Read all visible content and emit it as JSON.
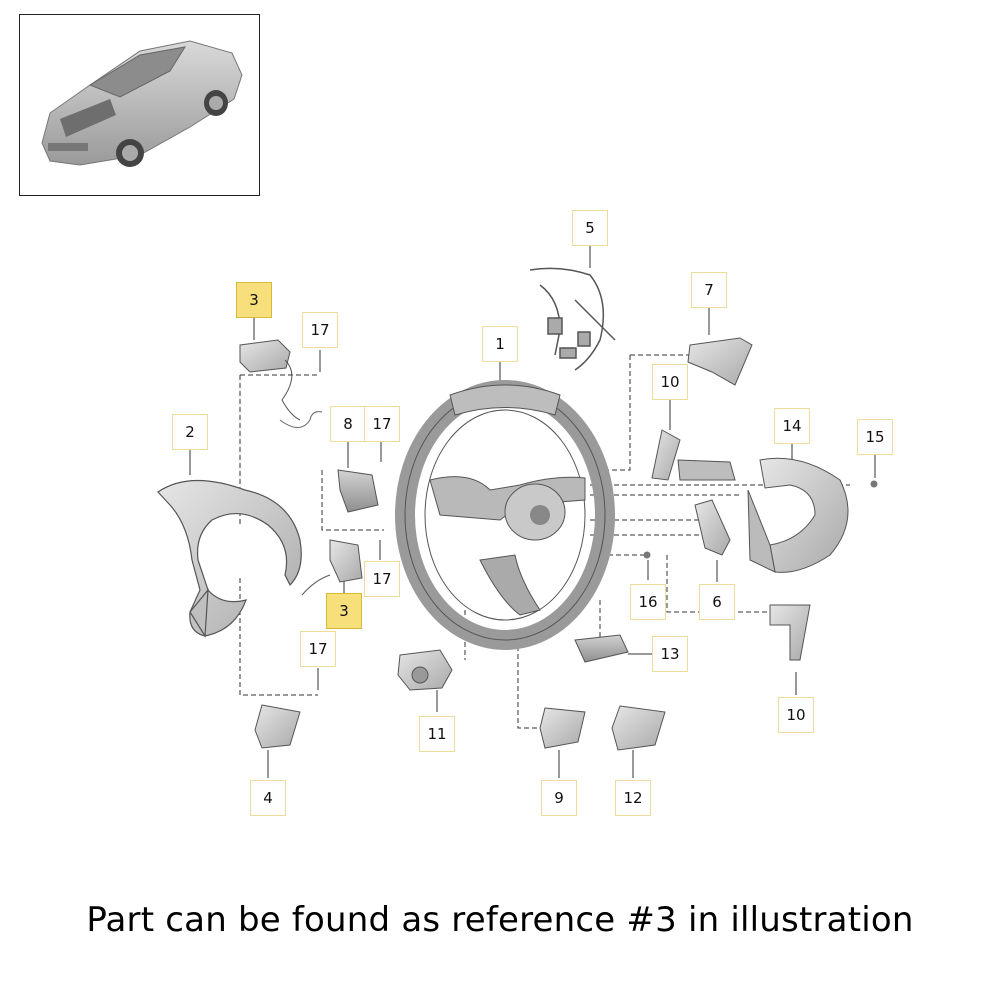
{
  "caption": "Part can be found as reference #3 in illustration",
  "highlight_color": "#f7df7c",
  "callouts": [
    {
      "label": "3",
      "highlight": true
    },
    {
      "label": "17",
      "highlight": false
    },
    {
      "label": "2",
      "highlight": false
    },
    {
      "label": "8",
      "highlight": false
    },
    {
      "label": "17",
      "highlight": false
    },
    {
      "label": "17",
      "highlight": false
    },
    {
      "label": "3",
      "highlight": true
    },
    {
      "label": "17",
      "highlight": false
    },
    {
      "label": "4",
      "highlight": false
    },
    {
      "label": "5",
      "highlight": false
    },
    {
      "label": "1",
      "highlight": false
    },
    {
      "label": "7",
      "highlight": false
    },
    {
      "label": "10",
      "highlight": false
    },
    {
      "label": "14",
      "highlight": false
    },
    {
      "label": "15",
      "highlight": false
    },
    {
      "label": "16",
      "highlight": false
    },
    {
      "label": "6",
      "highlight": false
    },
    {
      "label": "13",
      "highlight": false
    },
    {
      "label": "10",
      "highlight": false
    },
    {
      "label": "11",
      "highlight": false
    },
    {
      "label": "9",
      "highlight": false
    },
    {
      "label": "12",
      "highlight": false
    }
  ]
}
